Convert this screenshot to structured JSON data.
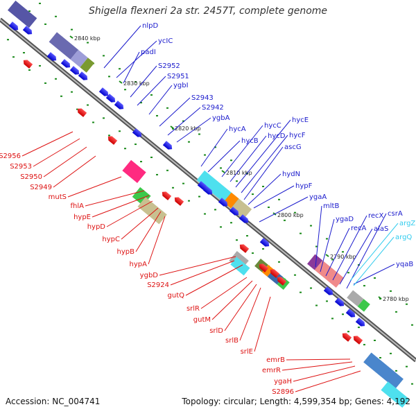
{
  "title": "Shigella flexneri 2a str. 2457T, complete genome",
  "footer": {
    "accession": "Accession: NC_004741",
    "topology": "Topology: circular; Length: 4,599,354 bp; Genes: 4,192"
  },
  "colors": {
    "plus_label": "#1a1acc",
    "minus_label": "#dd1111",
    "rna_label": "#33ccee",
    "backbone": "#7a7a7a"
  },
  "ticks": [
    "2840 kbp",
    "2830 kbp",
    "2820 kbp",
    "2810 kbp",
    "2800 kbp",
    "2790 kbp",
    "2780 kbp"
  ],
  "labels_plus": [
    "nlpD",
    "ycIC",
    "padI",
    "S2952",
    "S2951",
    "ygbI",
    "S2943",
    "S2942",
    "ygbA",
    "hycA",
    "hycB",
    "hycC",
    "hycD",
    "hycE",
    "hycF",
    "ascG",
    "hydN",
    "hypF",
    "ygaA",
    "mltB",
    "ygaD",
    "recA",
    "recX",
    "alaS",
    "csrA",
    "yqaB"
  ],
  "labels_rna": [
    "argZ",
    "argQ"
  ],
  "labels_minus": [
    "S2956",
    "S2953",
    "S2950",
    "S2949",
    "mutS",
    "fhlA",
    "hypE",
    "hypD",
    "hypC",
    "hypB",
    "hypA",
    "ygbD",
    "S2924",
    "gutQ",
    "srlR",
    "gutM",
    "srlD",
    "srlB",
    "srlE",
    "emrB",
    "emrR",
    "ygaH",
    "S2896"
  ]
}
